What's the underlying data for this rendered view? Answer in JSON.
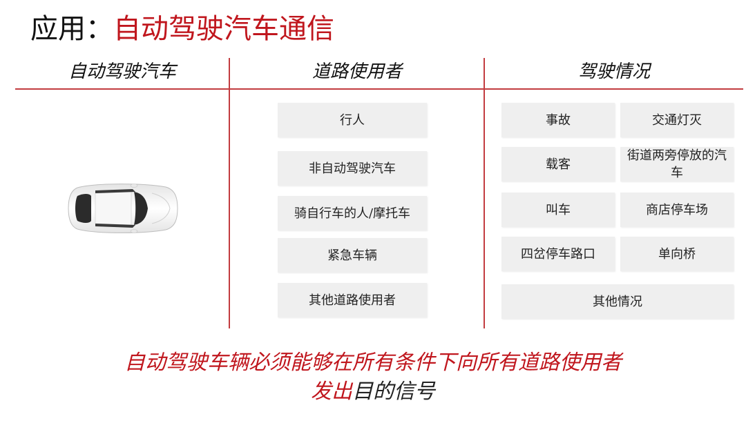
{
  "title": {
    "prefix": "应用：",
    "main": "自动驾驶汽车通信"
  },
  "columns": {
    "vehicle": "自动驾驶汽车",
    "road_users": "道路使用者",
    "situations": "驾驶情况"
  },
  "road_users": [
    "行人",
    "非自动驾驶汽车",
    "骑自行车的人/摩托车",
    "紧急车辆",
    "其他道路使用者"
  ],
  "situations": [
    "事故",
    "交通灯灭",
    "载客",
    "街道两旁停放的汽车",
    "叫车",
    "商店停车场",
    "四岔停车路口",
    "单向桥",
    "其他情况"
  ],
  "conclusion": {
    "line1": "自动驾驶车辆必须能够在所有条件下向所有道路使用者",
    "line2_red": "发出",
    "line2_dark": "目的信号"
  },
  "colors": {
    "accent": "#c0161d",
    "rule": "#c23b3f",
    "cell_bg": "#efefef"
  },
  "icons": {
    "car": "car-top-view-icon"
  }
}
